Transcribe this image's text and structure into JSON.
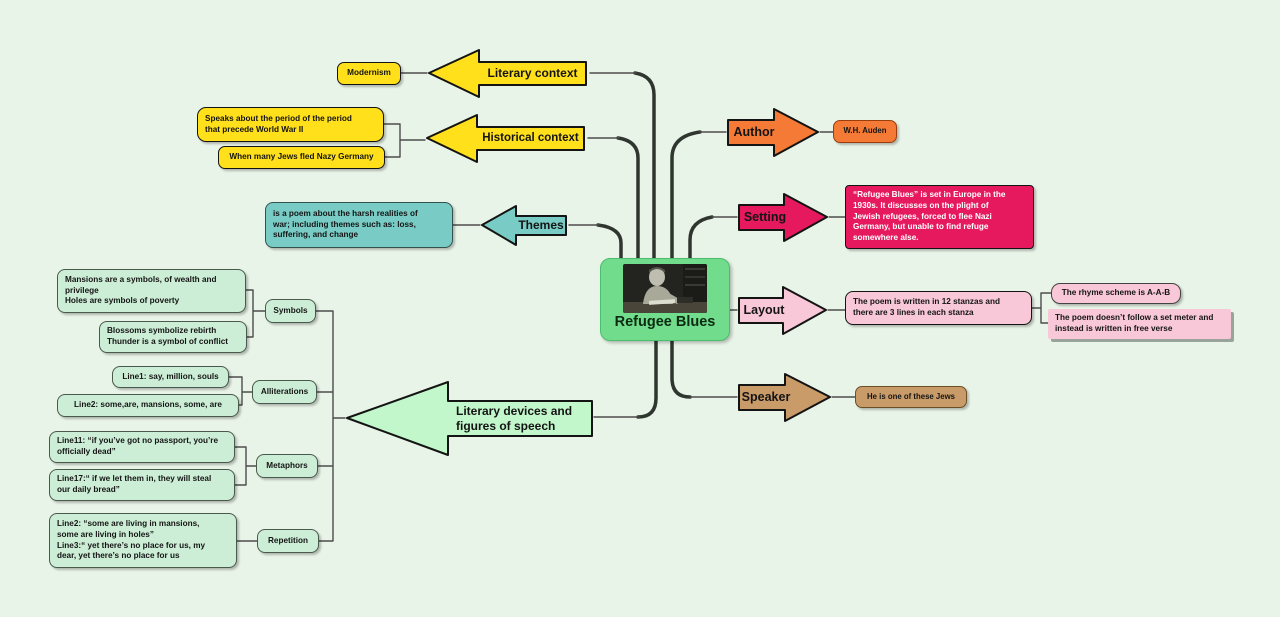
{
  "center": {
    "label": "Refugee Blues"
  },
  "colors": {
    "background": "#e9f4e8",
    "yellow": "#ffe01a",
    "teal": "#79ccc5",
    "center_green": "#70dc8c",
    "orange": "#f47a35",
    "crimson": "#e6195e",
    "light_pink": "#f8c8d8",
    "tan": "#c99b69",
    "light_green": "#cdeed6",
    "connector": "#2e362f"
  },
  "branches": {
    "literary_context": {
      "label": "Literary context",
      "modernism": "Modernism"
    },
    "historical_context": {
      "label": "Historical context",
      "note1": "Speaks about the period of the period\nthat precede  World War II",
      "note2": "When many Jews fled Nazy Germany"
    },
    "themes": {
      "label": "Themes",
      "note": "is a poem about the harsh realities of\nwar; including themes such as: loss,\nsuffering, and change"
    },
    "author": {
      "label": "Author",
      "note": "W.H. Auden"
    },
    "setting": {
      "label": "Setting",
      "note": "“Refugee Blues” is set in Europe in the\n1930s. It discusses on the plight of\nJewish refugees, forced to flee Nazi\nGermany, but unable to find refuge\nsomewhere alse."
    },
    "layout": {
      "label": "Layout",
      "note": "The poem is written in 12 stanzas and\nthere are 3 lines in each stanza",
      "rhyme": "The rhyme scheme is A-A-B",
      "meter": "The poem doesn’t follow a set meter and\ninstead is written in free verse"
    },
    "speaker": {
      "label": "Speaker",
      "note": "He is one of these Jews"
    },
    "literary_devices": {
      "label": "Literary devices and\nfigures of speech",
      "symbols": {
        "label": "Symbols",
        "note1": "Mansions are a symbols, of wealth and\nprivilege\nHoles are symbols of poverty",
        "note2": "Blossoms symbolize rebirth\nThunder is a symbol of conflict"
      },
      "alliterations": {
        "label": "Alliterations",
        "note1": "Line1: say, million, souls",
        "note2": "Line2: some,are, mansions, some, are"
      },
      "metaphors": {
        "label": "Metaphors",
        "note1": "Line11: “if you’ve got no passport, you’re\nofficially dead”",
        "note2": "Line17:“ if we let them in, they will steal\nour daily bread”"
      },
      "repetition": {
        "label": "Repetition",
        "note": "Line2: “some are living in mansions,\nsome are living in holes”\nLine3:“ yet there’s no place for us, my\ndear, yet there’s no place for us"
      }
    }
  }
}
